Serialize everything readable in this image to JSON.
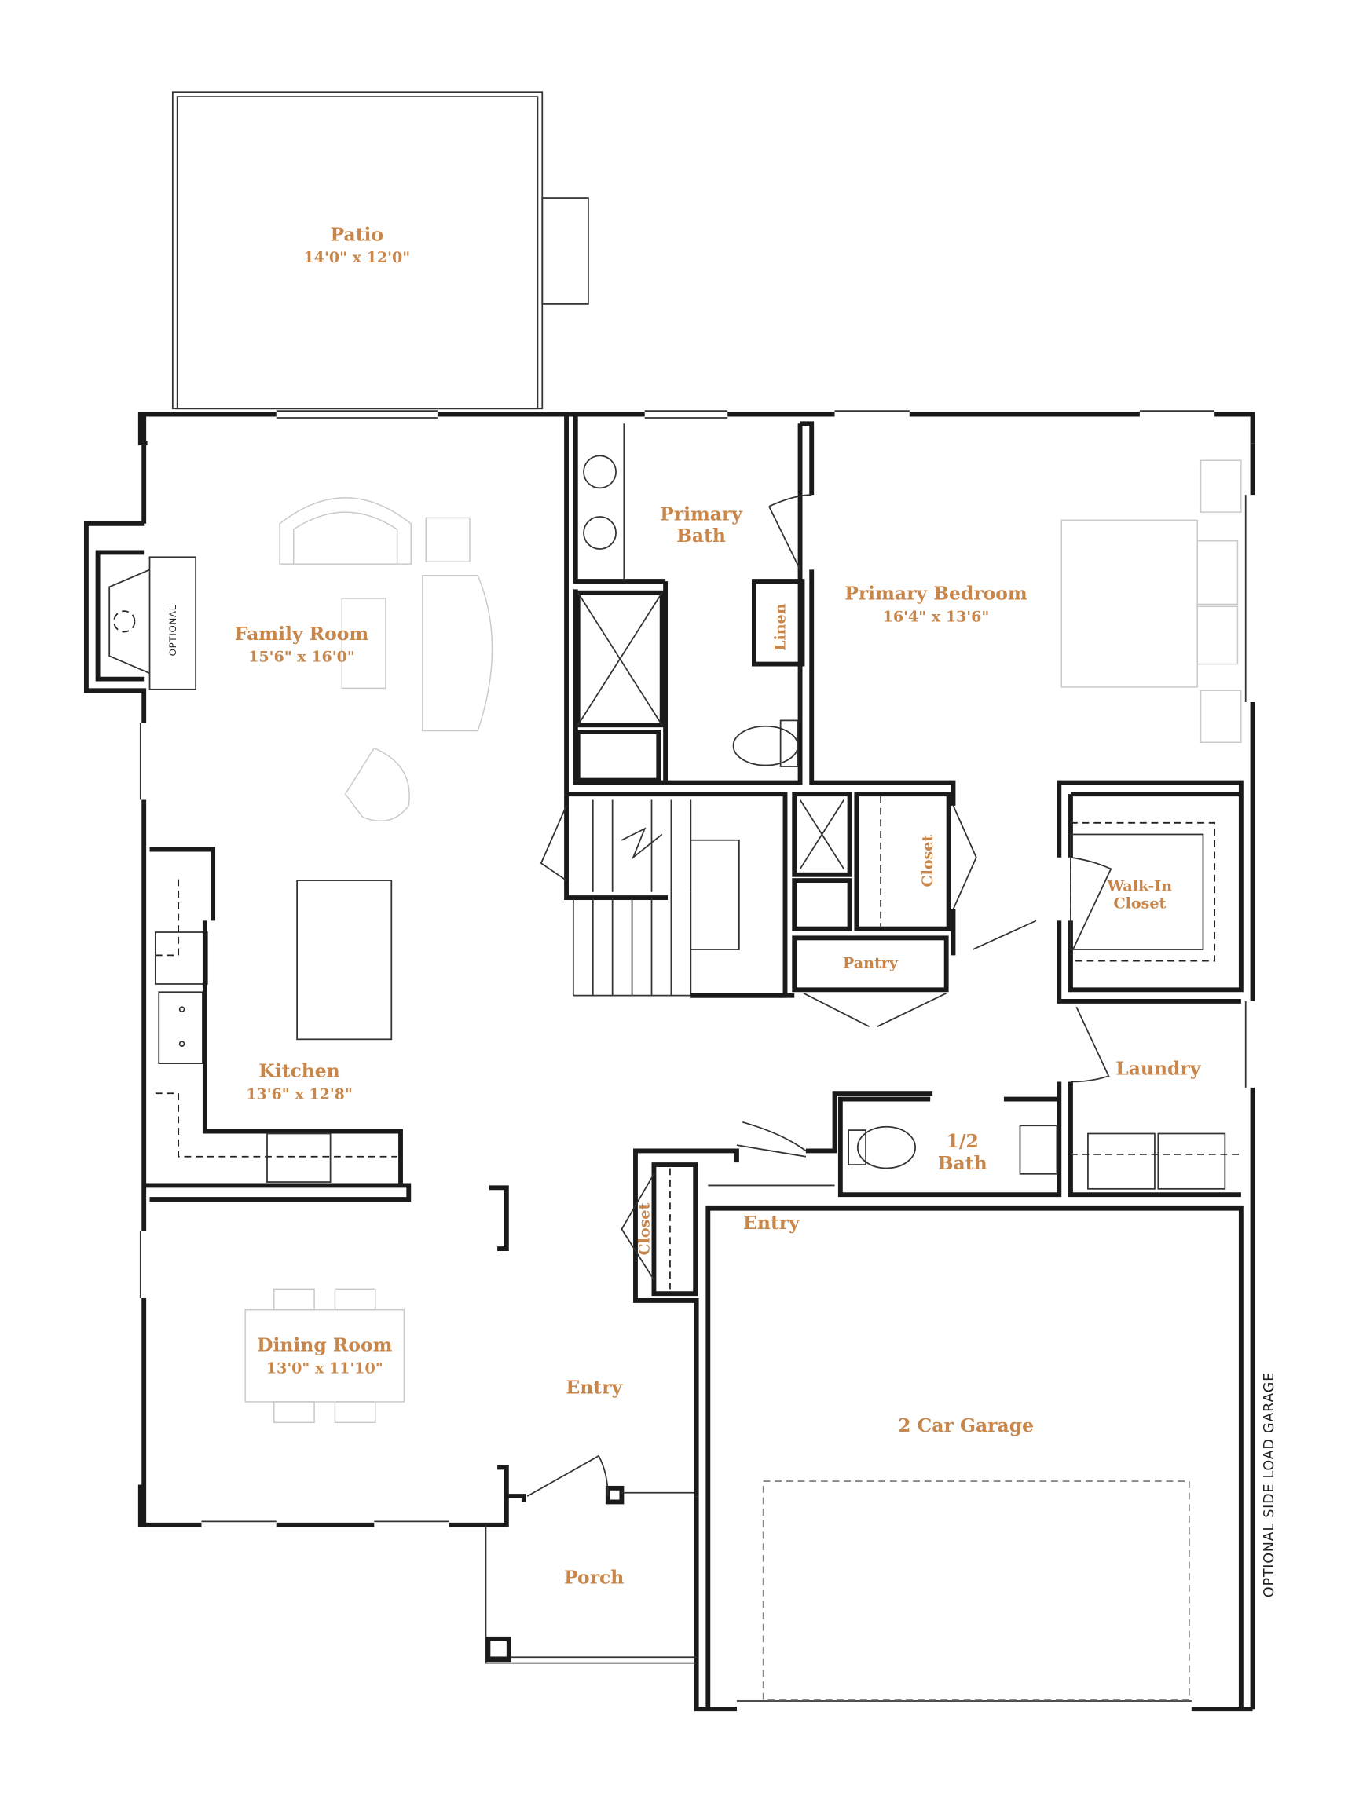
{
  "label_color": "#c8864a",
  "rooms": {
    "patio": {
      "name": "Patio",
      "size": "14'0\" x 12'0\""
    },
    "family_room": {
      "name": "Family Room",
      "size": "15'6\" x 16'0\""
    },
    "primary_bath": {
      "name_line1": "Primary",
      "name_line2": "Bath"
    },
    "primary_bedroom": {
      "name": "Primary Bedroom",
      "size": "16'4\" x 13'6\""
    },
    "linen": {
      "name": "Linen"
    },
    "closet_hall": {
      "name": "Closet"
    },
    "walk_in_closet": {
      "name_line1": "Walk-In",
      "name_line2": "Closet"
    },
    "pantry": {
      "name": "Pantry"
    },
    "kitchen": {
      "name": "Kitchen",
      "size": "13'6\" x 12'8\""
    },
    "laundry": {
      "name": "Laundry"
    },
    "half_bath": {
      "name_line1": "1/2",
      "name_line2": "Bath"
    },
    "entry_garage": {
      "name": "Entry"
    },
    "closet_entry": {
      "name": "Closet"
    },
    "dining_room": {
      "name": "Dining Room",
      "size": "13'0\" x 11'10\""
    },
    "entry_main": {
      "name": "Entry"
    },
    "garage": {
      "name": "2 Car Garage"
    },
    "porch": {
      "name": "Porch"
    }
  },
  "notes": {
    "fireplace_optional": "OPTIONAL",
    "side_load_garage": "OPTIONAL SIDE LOAD GARAGE"
  }
}
